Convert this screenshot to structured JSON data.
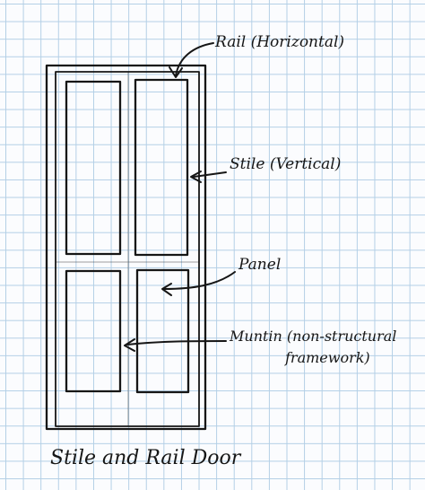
{
  "labels": {
    "rail": "Rail (Horizontal)",
    "stile": "Stile (Vertical)",
    "panel": "Panel",
    "muntin_line1": "Muntin (non-structural",
    "muntin_line2": "framework)",
    "caption": "Stile and Rail Door"
  },
  "colors": {
    "ink": "#161616",
    "grid": "#b3cfe6",
    "paper": "#fbfcfe"
  }
}
